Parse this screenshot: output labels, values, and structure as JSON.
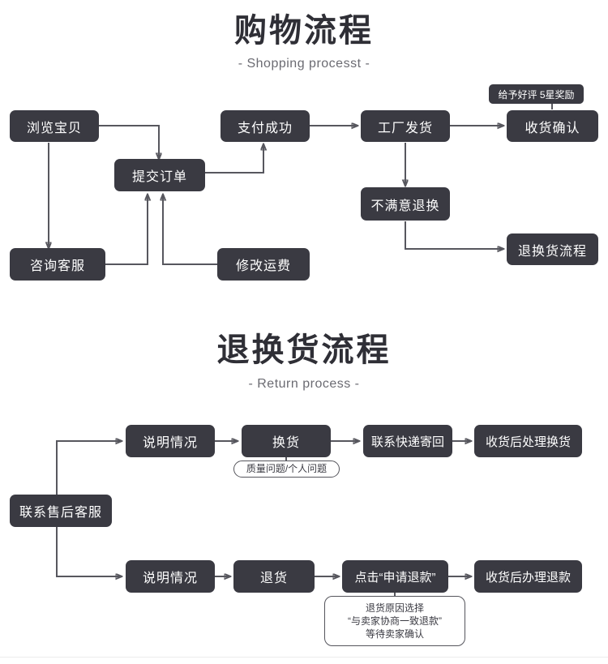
{
  "sections": [
    {
      "id": "shopping",
      "title_cn": "购物流程",
      "title_en": "- Shopping processt -"
    },
    {
      "id": "return",
      "title_cn": "退换货流程",
      "title_en": "- Return process -"
    }
  ],
  "shopping_nodes": {
    "browse": "浏览宝贝",
    "submit_order": "提交订单",
    "pay_success": "支付成功",
    "factory_ship": "工厂发货",
    "confirm_receipt": "收货确认",
    "praise_badge": "给予好评 5星奖励",
    "consult_service": "咨询客服",
    "modify_freight": "修改运费",
    "unsatisfied": "不满意退换",
    "return_flow": "退换货流程"
  },
  "return_nodes": {
    "contact_after_sales": "联系售后客服",
    "exchange_explain": "说明情况",
    "exchange": "换货",
    "contact_courier": "联系快递寄回",
    "handle_exchange": "收货后处理换货",
    "exchange_note": "质量问题/个人问题",
    "refund_explain": "说明情况",
    "refund": "退货",
    "apply_refund": "点击“申请退款”",
    "handle_refund": "收货后办理退款",
    "refund_note": "退货原因选择\n“与卖家协商一致退款”\n等待卖家确认"
  },
  "colors": {
    "node_bg": "#3a3a42",
    "node_text": "#ffffff",
    "wire": "#57575e",
    "title": "#2f2f36",
    "subtitle": "#6b6b72",
    "page_bg": "#ffffff"
  }
}
